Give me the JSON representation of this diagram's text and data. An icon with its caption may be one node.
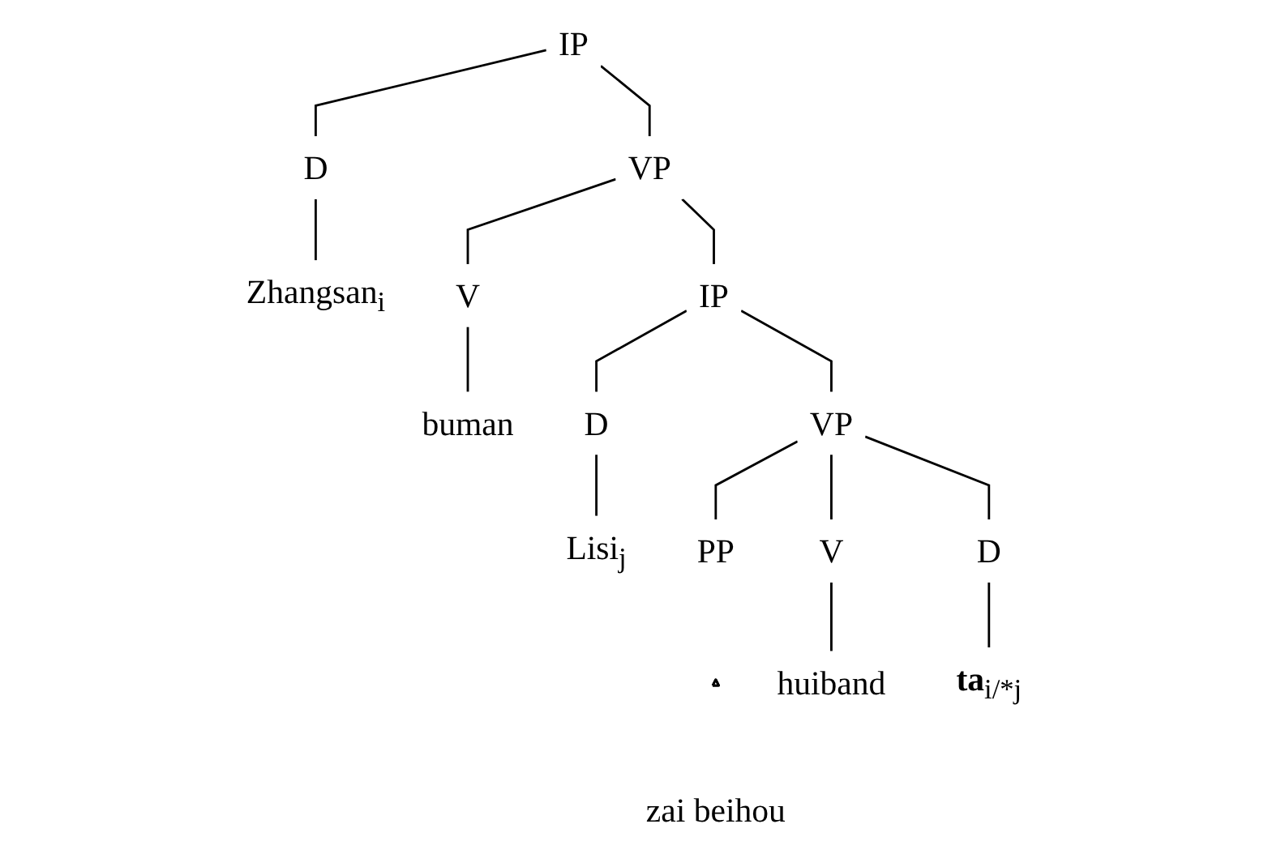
{
  "diagram": {
    "nodes": [
      {
        "text": [
          "IP"
        ]
      },
      {
        "text": [
          "D"
        ]
      },
      {
        "text": [
          "VP"
        ]
      },
      {
        "text": [
          "Zhangsan$_{i}$"
        ]
      },
      {
        "text": [
          "V"
        ]
      },
      {
        "text": [
          "IP"
        ]
      },
      {
        "text": [
          "buman"
        ]
      },
      {
        "text": [
          "D"
        ]
      },
      {
        "text": [
          "VP"
        ]
      },
      {
        "text": [
          "Lisi$_{j}$"
        ]
      },
      {
        "text": [
          "PP"
        ]
      },
      {
        "text": [
          "V"
        ]
      },
      {
        "text": [
          "D"
        ]
      },
      {
        "text": [],
        "shape": "triangle"
      },
      {
        "text": [
          "zai beihou"
        ]
      },
      {
        "text": [
          "huiband"
        ]
      },
      {
        "text": [
          "**ta**$_{i/*j}$"
        ]
      }
    ],
    "edges": [
      {
        "from": 0,
        "to": 1,
        "arrow": "none"
      },
      {
        "from": 0,
        "to": 2,
        "arrow": "none"
      },
      {
        "from": 1,
        "to": 3,
        "arrow": "none"
      },
      {
        "from": 2,
        "to": 4,
        "arrow": "none"
      },
      {
        "from": 2,
        "to": 5,
        "arrow": "none"
      },
      {
        "from": 4,
        "to": 6,
        "arrow": "none"
      },
      {
        "from": 5,
        "to": 7,
        "arrow": "none"
      },
      {
        "from": 5,
        "to": 8,
        "arrow": "none"
      },
      {
        "from": 7,
        "to": 9,
        "arrow": "none"
      },
      {
        "from": 8,
        "to": 10,
        "arrow": "none"
      },
      {
        "from": 8,
        "to": 11,
        "arrow": "none"
      },
      {
        "from": 8,
        "to": 12,
        "arrow": "none"
      },
      {
        "from": 11,
        "to": 15,
        "arrow": "none"
      },
      {
        "from": 12,
        "to": 16,
        "arrow": "none"
      }
    ]
  }
}
